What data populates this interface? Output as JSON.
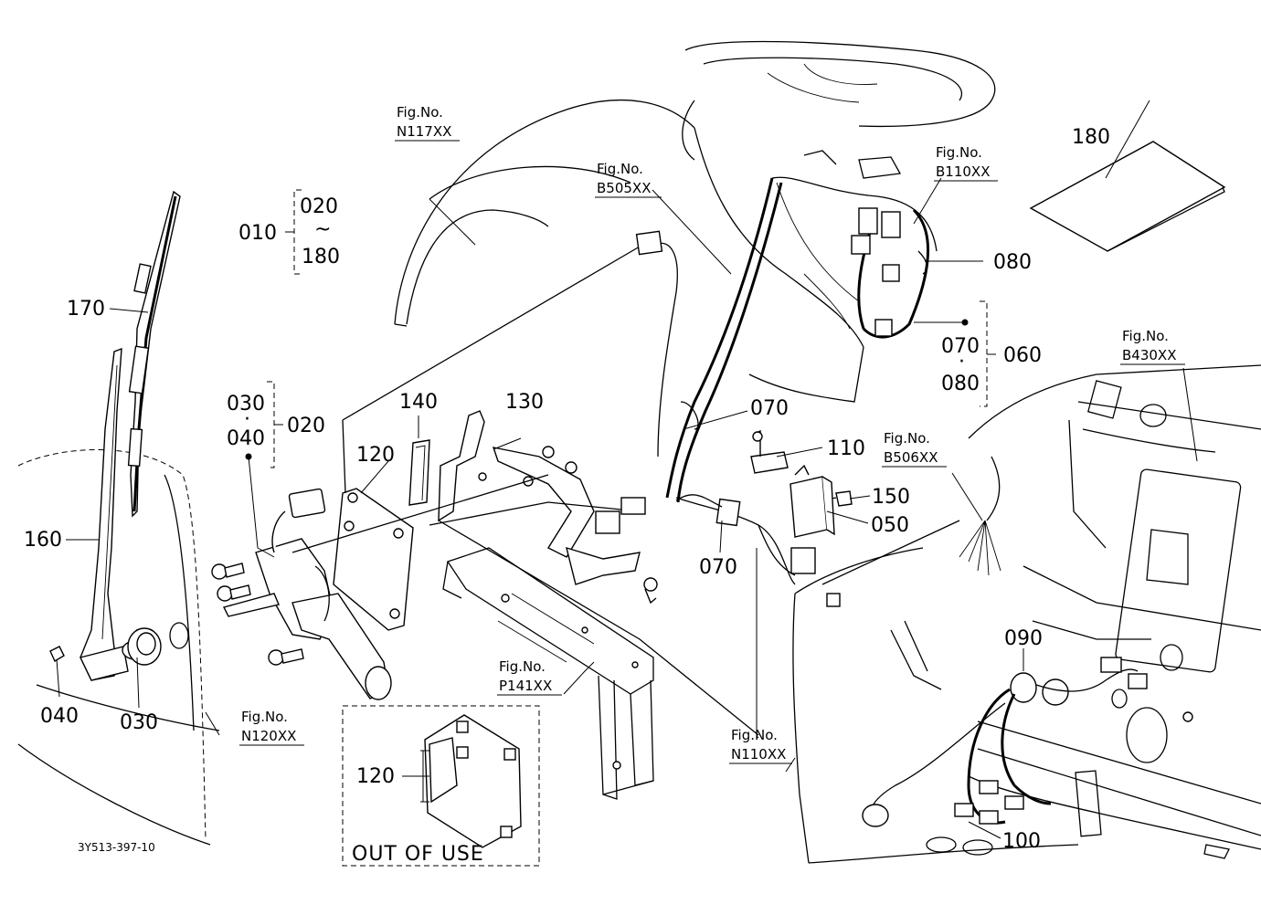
{
  "drawing_code": "3Y513-397-10",
  "out_of_use_box": {
    "title": "OUT OF USE",
    "part": "120"
  },
  "range_group": {
    "ref": "010",
    "from": "020",
    "tilde": "~",
    "to": "180"
  },
  "group_020": {
    "ref": "020",
    "items": [
      "030",
      "040"
    ],
    "dot": "·"
  },
  "group_060": {
    "ref": "060",
    "items": [
      "070",
      "080"
    ],
    "dot": "·"
  },
  "parts": {
    "p170": "170",
    "p160": "160",
    "p040": "040",
    "p030": "030",
    "p120": "120",
    "p140": "140",
    "p130": "130",
    "p080": "080",
    "p070a": "070",
    "p070b": "070",
    "p110": "110",
    "p150": "150",
    "p050": "050",
    "p180": "180",
    "p090": "090",
    "p100": "100"
  },
  "figure_refs": {
    "n117": {
      "label": "Fig.No.",
      "code": "N117XX"
    },
    "b505": {
      "label": "Fig.No.",
      "code": "B505XX"
    },
    "b110": {
      "label": "Fig.No.",
      "code": "B110XX"
    },
    "b430": {
      "label": "Fig.No.",
      "code": "B430XX"
    },
    "b506": {
      "label": "Fig.No.",
      "code": "B506XX"
    },
    "p141": {
      "label": "Fig.No.",
      "code": "P141XX"
    },
    "n120": {
      "label": "Fig.No.",
      "code": "N120XX"
    },
    "n110": {
      "label": "Fig.No.",
      "code": "N110XX"
    }
  }
}
